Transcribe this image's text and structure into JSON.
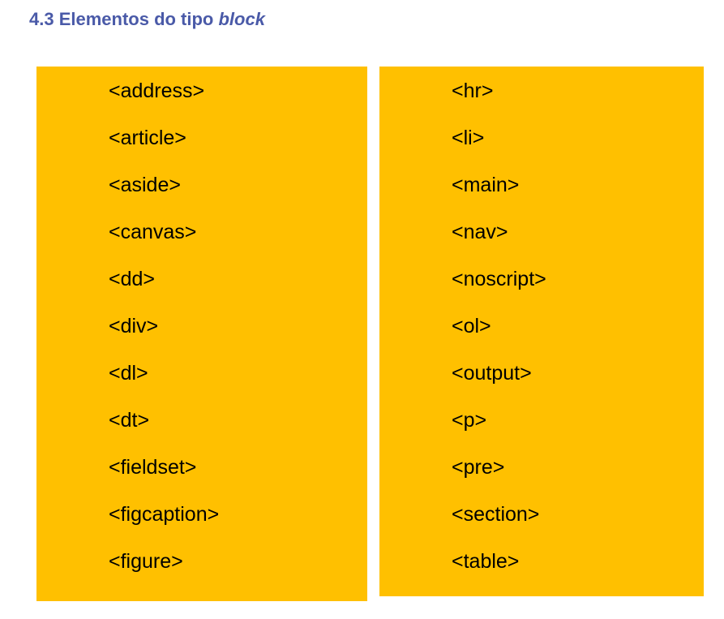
{
  "heading": {
    "prefix": "4.3 Elementos do tipo ",
    "emphasis": "block"
  },
  "colors": {
    "heading": "#4a5aa8",
    "panel": "#ffc000",
    "text": "#000000"
  },
  "left_column": {
    "tags": [
      "<address>",
      "<article>",
      "<aside>",
      "<canvas>",
      "<dd>",
      "<div>",
      "<dl>",
      "<dt>",
      "<fieldset>",
      "<figcaption>",
      "<figure>"
    ]
  },
  "right_column": {
    "tags": [
      "<hr>",
      "<li>",
      "<main>",
      "<nav>",
      "<noscript>",
      "<ol>",
      "<output>",
      "<p>",
      "<pre>",
      "<section>",
      "<table>"
    ]
  }
}
